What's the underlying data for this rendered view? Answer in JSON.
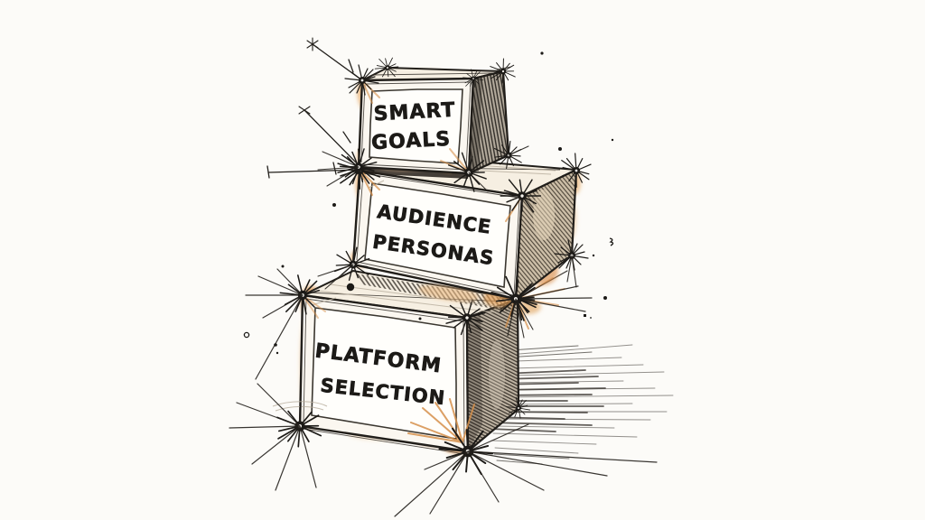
{
  "figure": {
    "kind": "hand-drawn ink and watercolor sketch of three stacked boxes",
    "background_color": "#fcfbf8",
    "ink_color": "#1c1a17",
    "accent_color": "#df9f5f",
    "stack": [
      {
        "position": "top",
        "line1": "SMART",
        "line2": "GOALS"
      },
      {
        "position": "middle",
        "line1": "AUDIENCE",
        "line2": "PERSONAS"
      },
      {
        "position": "bottom",
        "line1": "PLATFORM",
        "line2": "SELECTION"
      }
    ]
  }
}
